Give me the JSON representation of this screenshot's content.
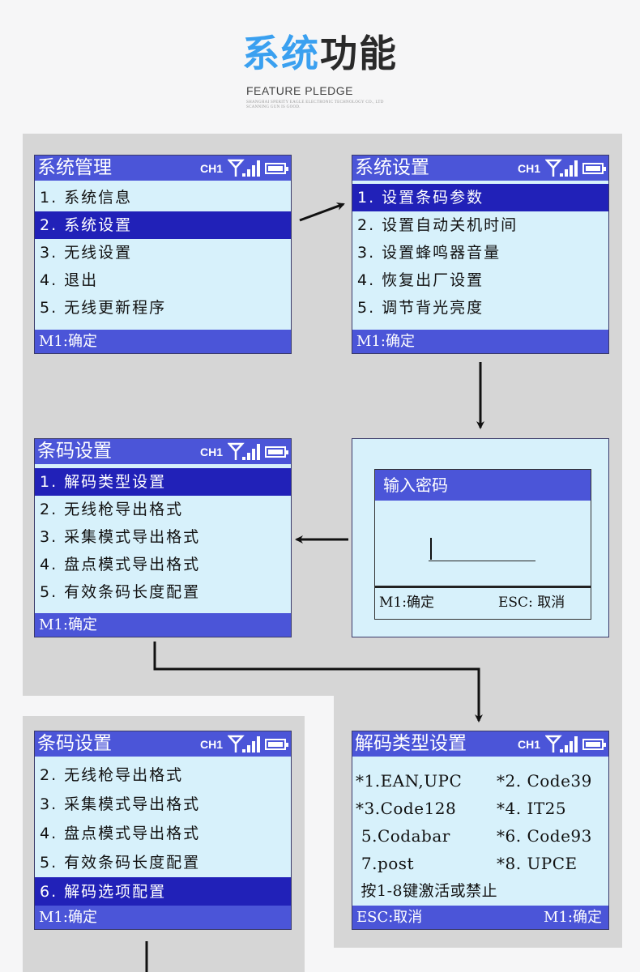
{
  "header": {
    "title_part1": "系统",
    "title_part2": "功能",
    "subtitle": "FEATURE  PLEDGE",
    "tagline1": "SHANGHAI SPERITY EAGLE ELECTRONIC TECHNOLOGY CO., LTD",
    "tagline2": "SCANNING GUN IS GOOD."
  },
  "status": {
    "channel": "CH1"
  },
  "screen_system_mgmt": {
    "title": "系统管理",
    "items": [
      "1. 系统信息",
      "2. 系统设置",
      "3. 无线设置",
      "4. 退出",
      "5. 无线更新程序"
    ],
    "footer_left": "M1:确定"
  },
  "screen_system_settings": {
    "title": "系统设置",
    "items": [
      "1. 设置条码参数",
      "2. 设置自动关机时间",
      "3. 设置蜂鸣器音量",
      "4. 恢复出厂设置",
      "5. 调节背光亮度"
    ],
    "footer_left": "M1:确定"
  },
  "screen_barcode_settings": {
    "title": "条码设置",
    "items": [
      "1. 解码类型设置",
      "2. 无线枪导出格式",
      "3. 采集模式导出格式",
      "4. 盘点模式导出格式",
      "5. 有效条码长度配置"
    ],
    "footer_left": "M1:确定"
  },
  "screen_password": {
    "title": "输入密码",
    "footer_left": "M1:确定",
    "footer_right": "ESC: 取消"
  },
  "screen_barcode_settings2": {
    "title": "条码设置",
    "items": [
      "2. 无线枪导出格式",
      "3. 采集模式导出格式",
      "4. 盘点模式导出格式",
      "5. 有效条码长度配置",
      "6. 解码选项配置"
    ],
    "footer_left": "M1:确定"
  },
  "screen_decode_type": {
    "title": "解码类型设置",
    "grid": [
      [
        "*1.EAN,UPC",
        "*2. Code39"
      ],
      [
        "*3.Code128",
        "*4. IT25"
      ],
      [
        " 5.Codabar",
        "*6. Code93"
      ],
      [
        " 7.post",
        "*8. UPCE"
      ]
    ],
    "hint": " 按1-8键激活或禁止",
    "footer_left": "ESC:取消",
    "footer_right": "M1:确定"
  },
  "colors": {
    "titlebar": "#4b55d8",
    "selected": "#2121b8",
    "screen_bg": "#d7f1fb",
    "accent_title": "#3aa0f0"
  }
}
